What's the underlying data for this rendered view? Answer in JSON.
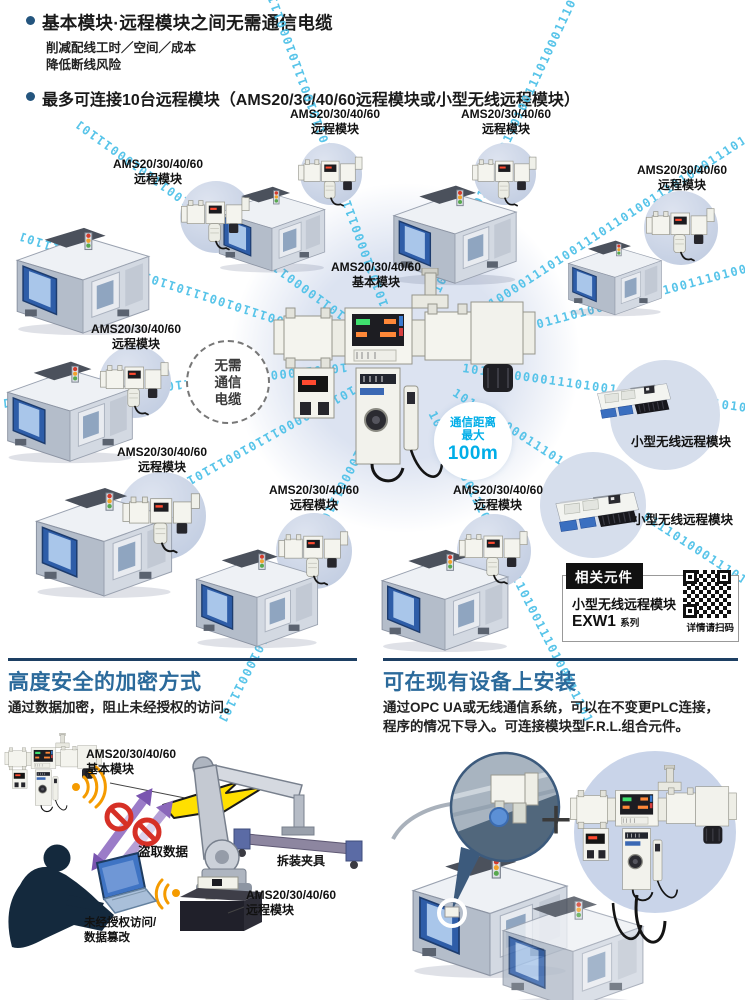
{
  "header": {
    "point1": "基本模块·远程模块之间无需通信电缆",
    "point1_sub1": "削减配线工时／空间／成本",
    "point1_sub2": "降低断线风险",
    "point2": "最多可连接10台远程模块（AMS20/30/40/60远程模块或小型无线远程模块）"
  },
  "network": {
    "remote_line1": "AMS20/30/40/60",
    "remote_line2": "远程模块",
    "base_line1": "AMS20/30/40/60",
    "base_line2": "基本模块",
    "binary": "101011000011101001110110100111010001110100111011",
    "no_cable_l1": "无需",
    "no_cable_l2": "通信",
    "no_cable_l3": "电缆",
    "distance_l1": "通信距离",
    "distance_l2": "最大",
    "distance_value": "100m",
    "wireless_label": "小型无线远程模块",
    "related_header": "相关元件",
    "related_product": "小型无线远程模块",
    "related_series": "EXW1",
    "related_series_suffix": "系列",
    "related_qr_caption": "详情请扫码"
  },
  "security": {
    "title": "高度安全的加密方式",
    "description": "通过数据加密，阻止未经授权的访问。",
    "base_line1": "AMS20/30/40/60",
    "base_line2": "基本模块",
    "remote_line1": "AMS20/30/40/60",
    "remote_line2": "远程模块",
    "steal_label": "盗取数据",
    "fixture_label": "拆装夹具",
    "unauth_line1": "未经授权访问/",
    "unauth_line2": "数据篡改"
  },
  "install": {
    "title": "可在现有设备上安装",
    "desc_line1": "通过OPC UA或无线通信系统，可以在不变更PLC连接，",
    "desc_line2": "程序的情况下导入。可连接模块型F.R.L.组合元件。",
    "plus": "＋"
  },
  "colors": {
    "accent_blue": "#2b6a9b",
    "cyan": "#00aee8",
    "binary_cyan": "#49bfe7",
    "rule_navy": "#1d3f63",
    "halo": "#dde4f2"
  }
}
